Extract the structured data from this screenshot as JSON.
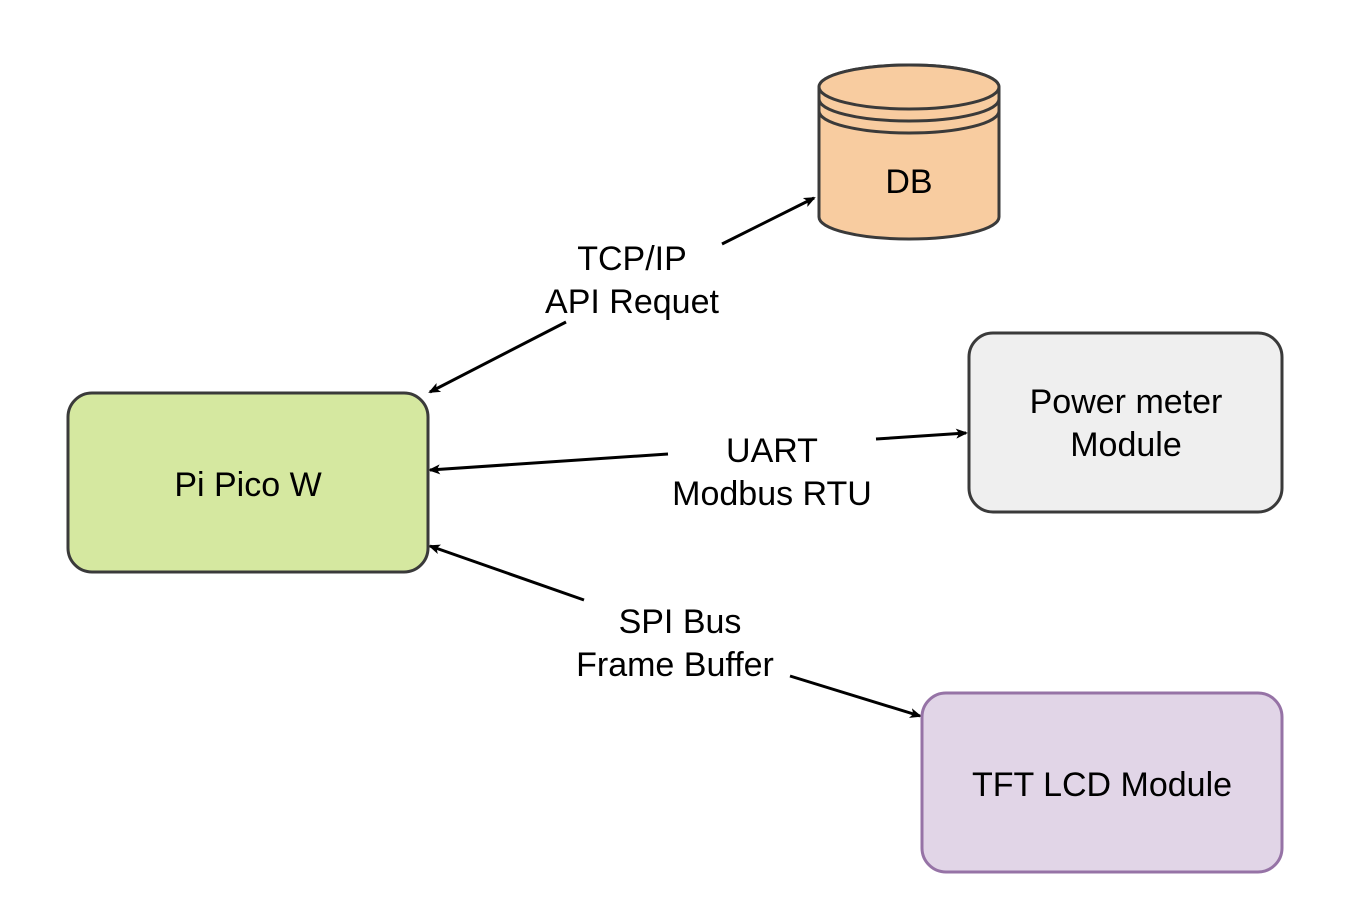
{
  "colors": {
    "pico_fill": "#d5e8a0",
    "pico_stroke": "#3a3a3a",
    "db_fill": "#f8cca0",
    "db_stroke": "#3a3a3a",
    "power_fill": "#efefef",
    "power_stroke": "#3a3a3a",
    "tft_fill": "#e1d5e7",
    "tft_stroke": "#9673a6",
    "edge": "#000000"
  },
  "nodes": {
    "pico": {
      "label": "Pi Pico W"
    },
    "db": {
      "label": "DB"
    },
    "power_meter": {
      "line1": "Power meter",
      "line2": "Module"
    },
    "tft": {
      "label": "TFT LCD Module"
    }
  },
  "edges": {
    "tcp": {
      "line1": "TCP/IP",
      "line2": "API Requet"
    },
    "uart": {
      "line1": "UART",
      "line2": "Modbus RTU"
    },
    "spi": {
      "line1": "SPI Bus",
      "line2": "Frame Buffer"
    }
  }
}
